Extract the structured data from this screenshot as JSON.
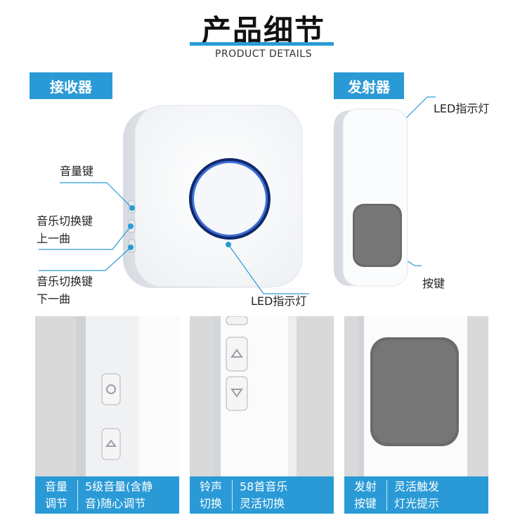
{
  "header": {
    "title": "产品细节",
    "subtitle": "PRODUCT DETAILS"
  },
  "receiver": {
    "tag": "接收器",
    "labels": {
      "volume": "音量键",
      "prev_line1": "音乐切换键",
      "prev_line2": "上一曲",
      "next_line1": "音乐切换键",
      "next_line2": "下一曲",
      "led": "LED指示灯"
    }
  },
  "transmitter": {
    "tag": "发射器",
    "labels": {
      "led": "LED指示灯",
      "button": "按键"
    }
  },
  "details": [
    {
      "a1": "音量",
      "a2": "调节",
      "b1": "5级音量(含静",
      "b2": "音)随心调节"
    },
    {
      "a1": "铃声",
      "a2": "切换",
      "b1": "58首音乐",
      "b2": "灵活切换"
    },
    {
      "a1": "发射",
      "a2": "按键",
      "b1": "灵活触发",
      "b2": "灯光提示"
    }
  ],
  "colors": {
    "accent": "#2a9ad6",
    "led_ring": "#1d3f9a",
    "button_gray": "#6b6b6b"
  }
}
